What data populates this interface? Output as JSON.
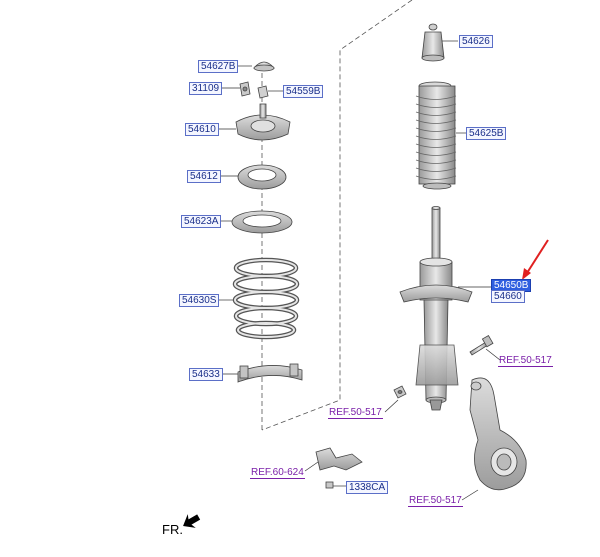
{
  "parts": {
    "p54626": "54626",
    "p54627B": "54627B",
    "p31109": "31109",
    "p54559B": "54559B",
    "p54610": "54610",
    "p54625B": "54625B",
    "p54612": "54612",
    "p54623A": "54623A",
    "p54650B": "54650B",
    "p54660": "54660",
    "p54630S": "54630S",
    "p54633": "54633",
    "p1338CA": "1338CA"
  },
  "refs": {
    "ref_a": "REF.50-517",
    "ref_b": "REF.50-517",
    "ref_c": "REF.60-624",
    "ref_d": "REF.50-517"
  },
  "orientation": "FR.",
  "highlighted_part": "54650B",
  "colors": {
    "label_text": "#1a2f8a",
    "highlight": "#2f5fe0",
    "ref_text": "#7a1fa8",
    "arrow": "#e02020"
  }
}
